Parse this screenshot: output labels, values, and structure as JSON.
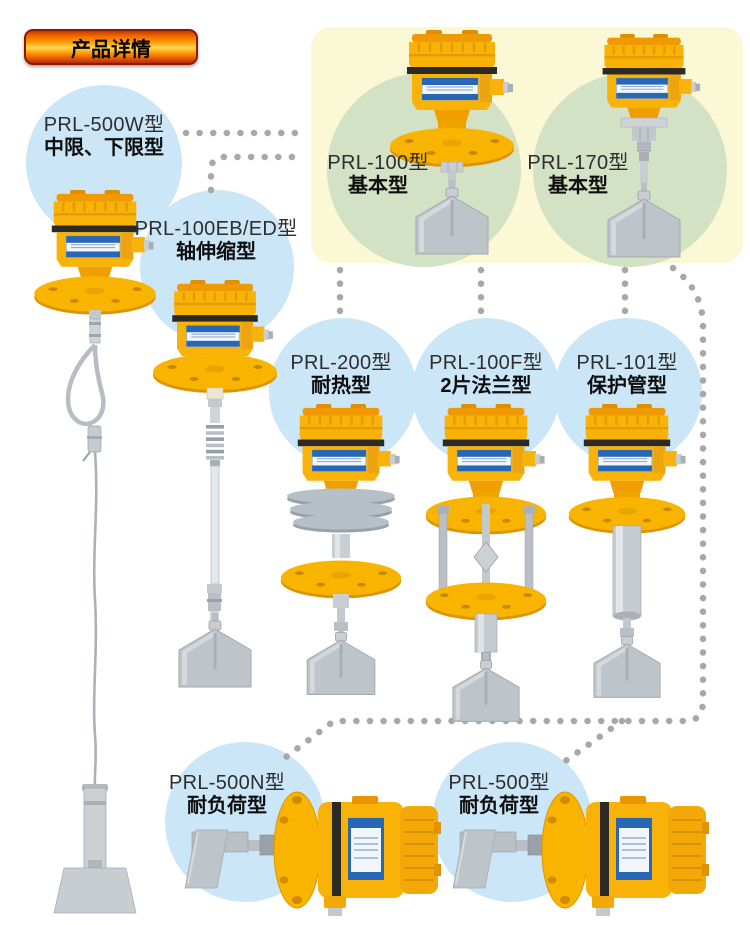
{
  "banner": {
    "label": "产品详情"
  },
  "products": [
    {
      "model": "PRL-500W型",
      "type": "中限、下限型"
    },
    {
      "model": "PRL-100EB/ED型",
      "type": "轴伸缩型"
    },
    {
      "model": "PRL-100型",
      "type": "基本型"
    },
    {
      "model": "PRL-170型",
      "type": "基本型"
    },
    {
      "model": "PRL-200型",
      "type": "耐热型"
    },
    {
      "model": "PRL-100F型",
      "type": "2片法兰型"
    },
    {
      "model": "PRL-101型",
      "type": "保护管型"
    },
    {
      "model": "PRL-500N型",
      "type": "耐负荷型"
    },
    {
      "model": "PRL-500型",
      "type": "耐负荷型"
    }
  ],
  "colors": {
    "circle_blue": "#cbe6f7",
    "circle_green": "#d3e1c4",
    "panel_yellow": "#fbf8d6",
    "dots": "#a8a8a8",
    "product_yellow": "#f9b207",
    "paddle_gray": "#bdc4ca",
    "banner_border": "#8a1a00"
  }
}
